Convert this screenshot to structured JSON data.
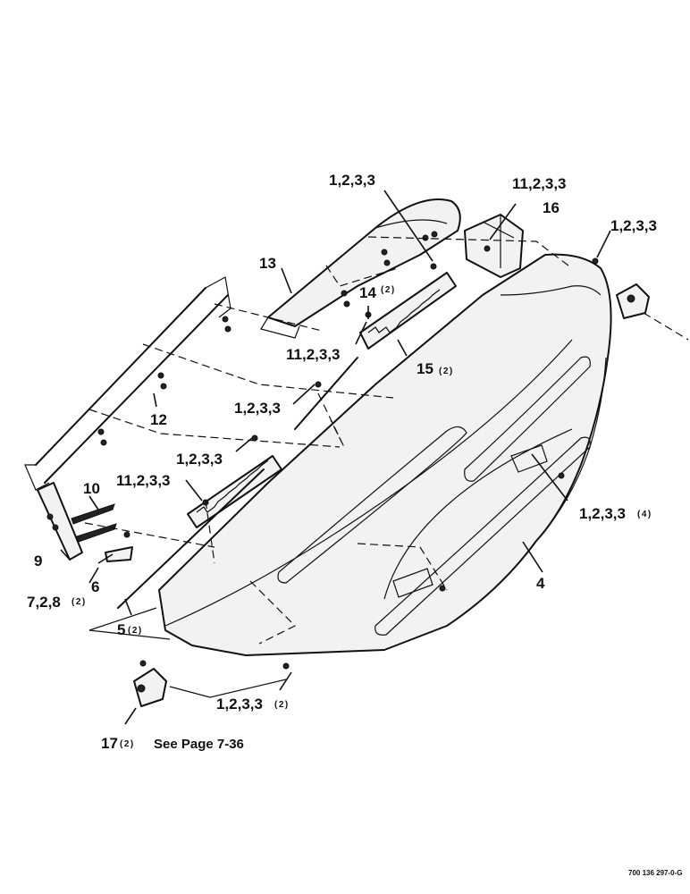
{
  "callouts": {
    "c_top_123": "1,2,3,3",
    "c_11_top": "11,2,3,3",
    "c_16": "16",
    "c_right_123": "1,2,3,3",
    "c_13": "13",
    "c_14": "14",
    "c_14_qty": "(2)",
    "c_11_mid": "11,2,3,3",
    "c_15": "15",
    "c_15_qty": "(2)",
    "c_12": "12",
    "c_mid_123": "1,2,3,3",
    "c_left_123": "1,2,3,3",
    "c_11_left": "11,2,3,3",
    "c_10": "10",
    "c_9": "9",
    "c_6": "6",
    "c_728": "7,2,8",
    "c_728_qty": "(2)",
    "c_5": "5",
    "c_5_qty": "(2)",
    "c_right_123_4": "1,2,3,3",
    "c_right_123_4_qty": "(4)",
    "c_4": "4",
    "c_bottom_123": "1,2,3,3",
    "c_bottom_123_qty": "(2)",
    "c_17": "17",
    "c_17_qty": "(2)",
    "c_17_note": "See Page 7-36"
  },
  "figure_number": "700 136 297-0-G"
}
